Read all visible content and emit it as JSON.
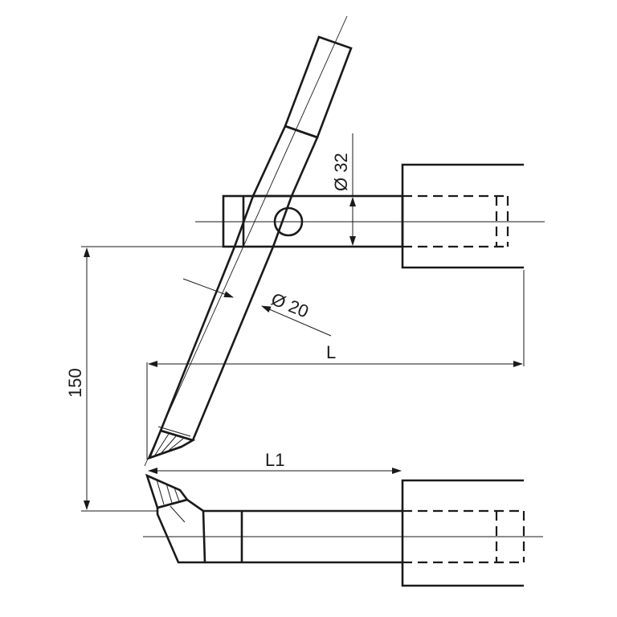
{
  "dimensions": {
    "diameter_32": "Ø 32",
    "diameter_20": "Ø 20",
    "height_150": "150",
    "length_L": "L",
    "length_L1": "L1"
  },
  "colors": {
    "line": "#1a1a1a",
    "background": "#ffffff"
  }
}
